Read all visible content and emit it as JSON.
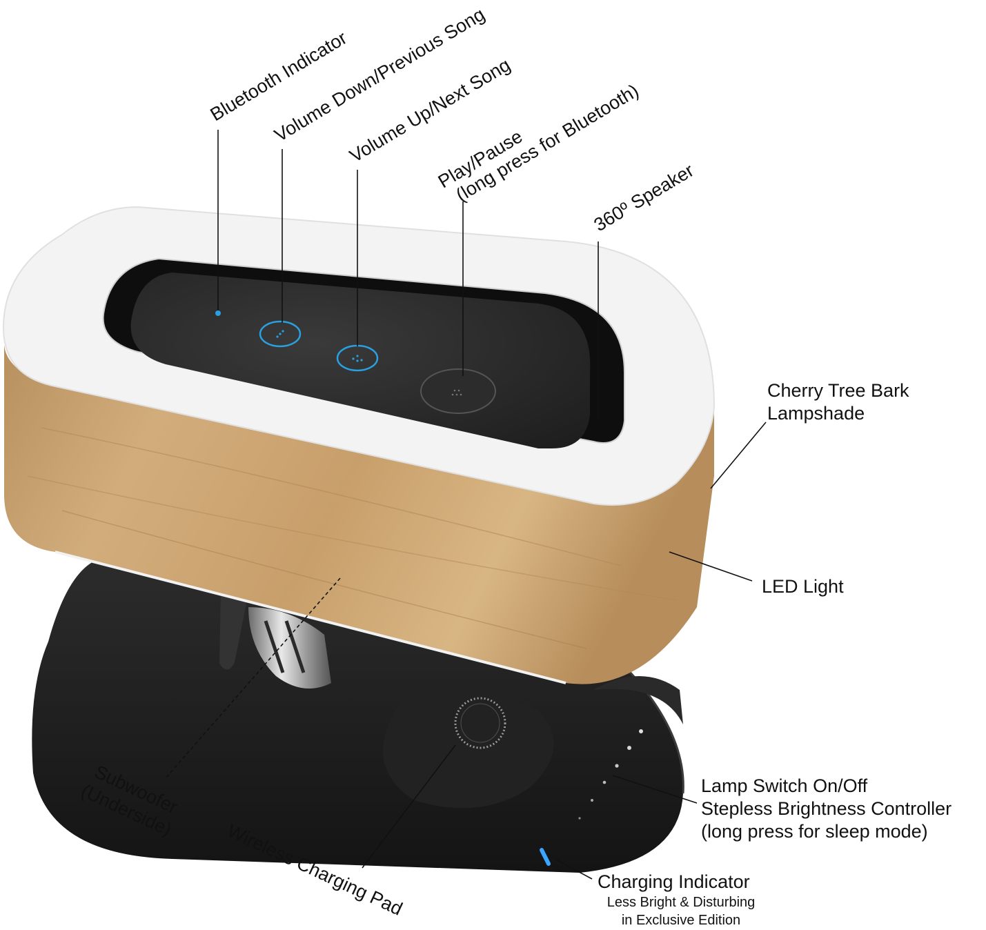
{
  "labels": {
    "bluetooth_indicator": "Bluetooth Indicator",
    "volume_down": "Volume Down/Previous Song",
    "volume_up": "Volume Up/Next Song",
    "play_pause_line1": "Play/Pause",
    "play_pause_line2": "(long press for Bluetooth)",
    "speaker_360": "360º Speaker",
    "lampshade_line1": "Cherry Tree Bark",
    "lampshade_line2": "Lampshade",
    "led_light": "LED Light",
    "lamp_switch_line1": "Lamp Switch On/Off",
    "lamp_switch_line2": "Stepless Brightness Controller",
    "lamp_switch_line3": "(long press for sleep mode)",
    "charging_indicator": "Charging Indicator",
    "charging_note_line1": "Less Bright & Disturbing",
    "charging_note_line2": "in Exclusive Edition",
    "subwoofer_line1": "Subwoofer",
    "subwoofer_line2": "(Underside)",
    "wireless_pad": "Wireless Charging Pad"
  },
  "colors": {
    "wood": "#c9a574",
    "lamp_top": "#f3f3f3",
    "control_panel": "#2a2a2a",
    "base": "#1c1c1c",
    "touch_glow": "#2aa0e0",
    "indicator_blue": "#3aa6ff"
  },
  "icons": {
    "volume_down_button": "volume-down-icon",
    "volume_up_button": "volume-up-icon",
    "play_button": "play-pause-icon",
    "charging_coil": "wireless-charging-icon"
  }
}
